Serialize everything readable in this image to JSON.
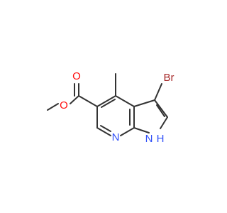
{
  "colors": {
    "bond": "#333333",
    "oxygen": "#ff0d0d",
    "bromine": "#a62929",
    "nitrogen": "#3050f8",
    "background": "#ffffff"
  },
  "atoms": {
    "o_carbonyl": "O",
    "o_ester": "O",
    "br": "Br",
    "n_pyridine": "N",
    "n_pyrrole": "N",
    "h_pyrrole": "H"
  }
}
